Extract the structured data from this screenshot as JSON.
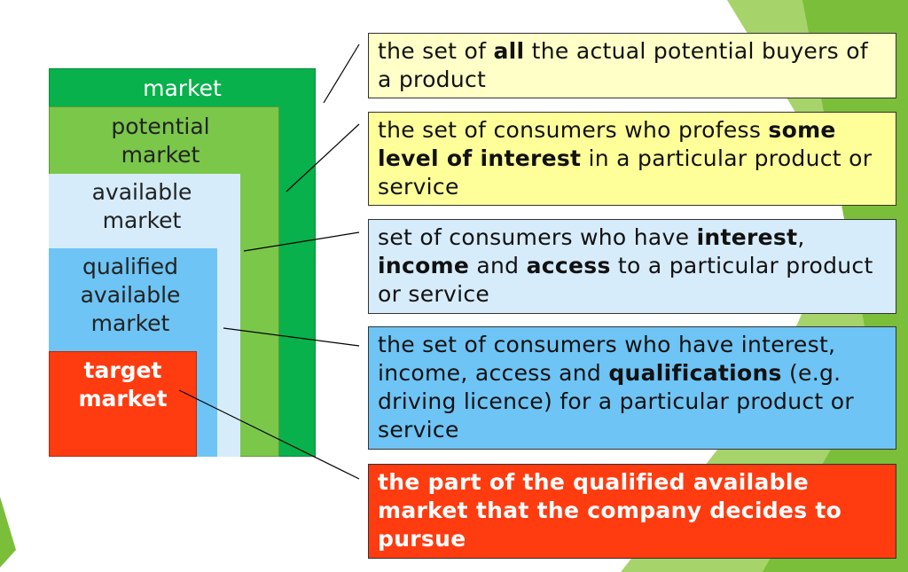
{
  "nested_boxes": [
    {
      "id": "market",
      "label": "market",
      "color": "#08b14b"
    },
    {
      "id": "potential",
      "label": "potential\nmarket",
      "color": "#7bc74a"
    },
    {
      "id": "available",
      "label": "available\nmarket",
      "color": "#d6ecfa"
    },
    {
      "id": "qualified",
      "label": "qualified\navailable\nmarket",
      "color": "#6ec4f4"
    },
    {
      "id": "target",
      "label": "target\nmarket",
      "color": "#ff3b10"
    }
  ],
  "descriptions": [
    {
      "id": "d1",
      "color": "#ffffc8",
      "segments": [
        {
          "text": "the set of "
        },
        {
          "text": "all",
          "bold": true
        },
        {
          "text": " the actual potential buyers of a product"
        }
      ]
    },
    {
      "id": "d2",
      "color": "#ffff9a",
      "segments": [
        {
          "text": "the set of consumers who profess "
        },
        {
          "text": "some level of interest",
          "bold": true
        },
        {
          "text": " in a particular product or service"
        }
      ]
    },
    {
      "id": "d3",
      "color": "#d6ecfa",
      "segments": [
        {
          "text": "set of consumers who have "
        },
        {
          "text": "interest",
          "bold": true
        },
        {
          "text": ", "
        },
        {
          "text": "income",
          "bold": true
        },
        {
          "text": " and "
        },
        {
          "text": "access",
          "bold": true
        },
        {
          "text": " to a particular product or service"
        }
      ]
    },
    {
      "id": "d4",
      "color": "#6ec4f4",
      "segments": [
        {
          "text": "the set of consumers who have interest, income, access and "
        },
        {
          "text": "qualifications",
          "bold": true
        },
        {
          "text": " (e.g. driving licence) for a particular product or service"
        }
      ]
    },
    {
      "id": "d5",
      "color": "#ff3b10",
      "segments": [
        {
          "text": "the part of the qualified available market that the company decides to pursue"
        }
      ]
    }
  ]
}
